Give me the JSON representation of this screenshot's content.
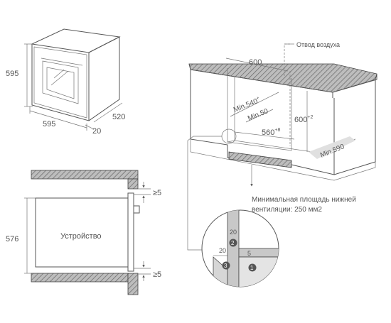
{
  "oven_view": {
    "height_label": "595",
    "width_label": "595",
    "depth_label": "520",
    "door_label": "20"
  },
  "section_view": {
    "device_label": "Устройство",
    "height_label": "576",
    "gap_top_label": "≥5",
    "gap_bottom_label": "≥5"
  },
  "cabinet_view": {
    "air_outlet_label": "Отвод воздуха",
    "top_width_label": "600",
    "min_540_label": "Min.540",
    "min_540_sup": "+",
    "min_50_label": "Min.50",
    "height_600_label": "600",
    "height_600_sup": "+2",
    "width_560_label": "560",
    "width_560_sup": "+8",
    "min_590_label": "Min.590",
    "vent_note_line1": "Минимальная площадь нижней",
    "vent_note_line2": "вентиляции: 250 мм2"
  },
  "detail_view": {
    "dim_a": "20",
    "dim_b": "20",
    "dim_c": "5",
    "marker_1": "1",
    "marker_2": "2",
    "marker_3": "3"
  }
}
